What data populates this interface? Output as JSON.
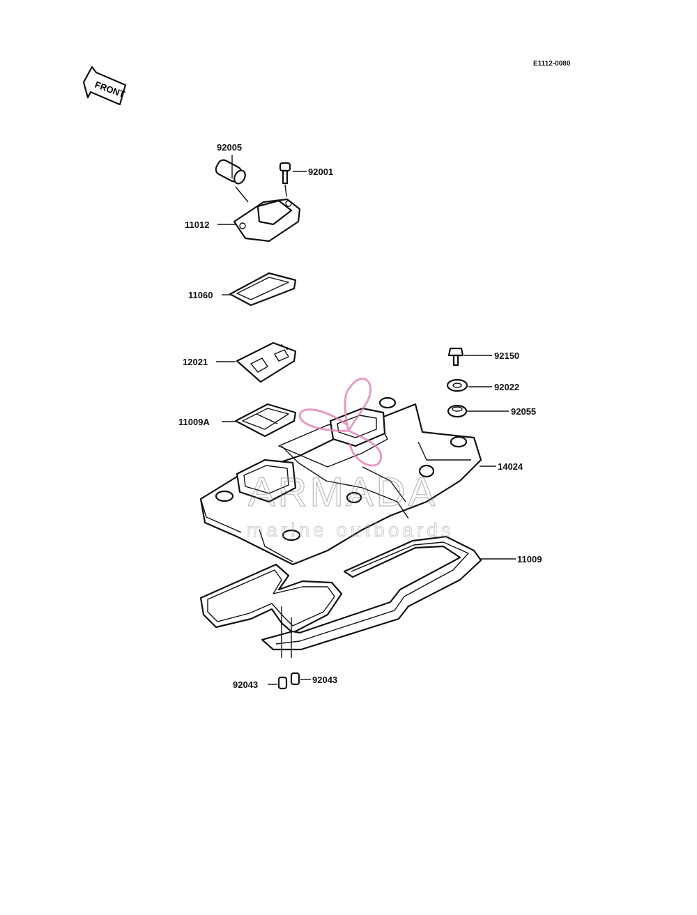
{
  "diagram_code": "E1112-0080",
  "front_arrow_label": "FRONT",
  "watermark": {
    "brand": "ARMADA",
    "tagline": "marine outboards",
    "logo_color": "#e07ab0"
  },
  "parts": {
    "p92005": "92005",
    "p92001": "92001",
    "p11012": "11012",
    "p11060": "11060",
    "p12021": "12021",
    "p11009A": "11009A",
    "p92150": "92150",
    "p92022": "92022",
    "p92055": "92055",
    "p14024": "14024",
    "p11009": "11009",
    "p92043a": "92043",
    "p92043b": "92043"
  }
}
